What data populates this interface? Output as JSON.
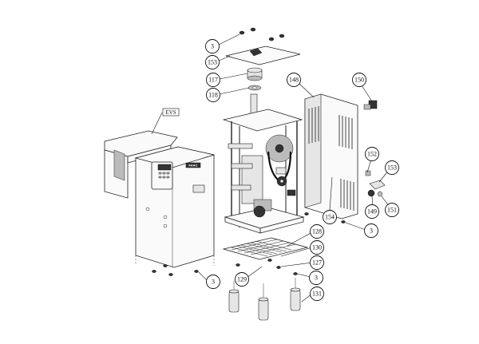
{
  "diagram": {
    "tag_label": "EVS",
    "logo_text": "FAAC",
    "callouts": [
      "3",
      "153",
      "117",
      "118",
      "148",
      "150",
      "152",
      "153",
      "149",
      "151",
      "154",
      "3",
      "128",
      "130",
      "127",
      "129",
      "3",
      "3",
      "131"
    ]
  }
}
